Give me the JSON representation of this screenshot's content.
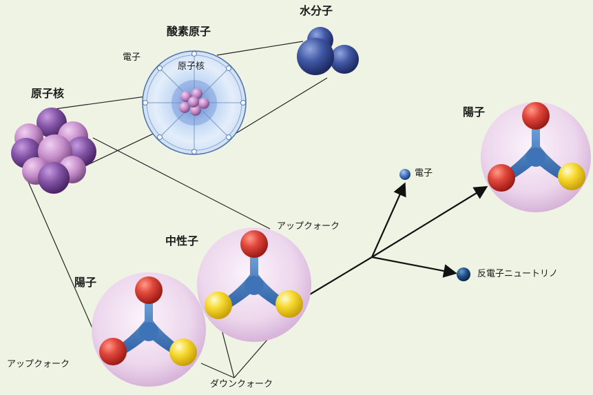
{
  "labels": {
    "water_molecule": "水分子",
    "oxygen_atom": "酸素原子",
    "electron_in_atom": "電子",
    "nucleus_in_atom": "原子核",
    "nucleus": "原子核",
    "proton_top": "陽子",
    "electron_decay": "電子",
    "antineutrino": "反電子ニュートリノ",
    "up_quark_neutron": "アップクォーク",
    "neutron": "中性子",
    "proton_left": "陽子",
    "up_quark_proton": "アップクォーク",
    "down_quark": "ダウンクォーク"
  },
  "colors": {
    "background": "#eef3e4",
    "up_quark": "#d83a2e",
    "down_quark": "#f2cf2a",
    "gluon_body": "#3f77b8",
    "hadron_halo": "#ead2ea",
    "nucleon": "#8a5aa8",
    "water": "#3c4f98",
    "atom_halo": "#cfe1f3"
  }
}
